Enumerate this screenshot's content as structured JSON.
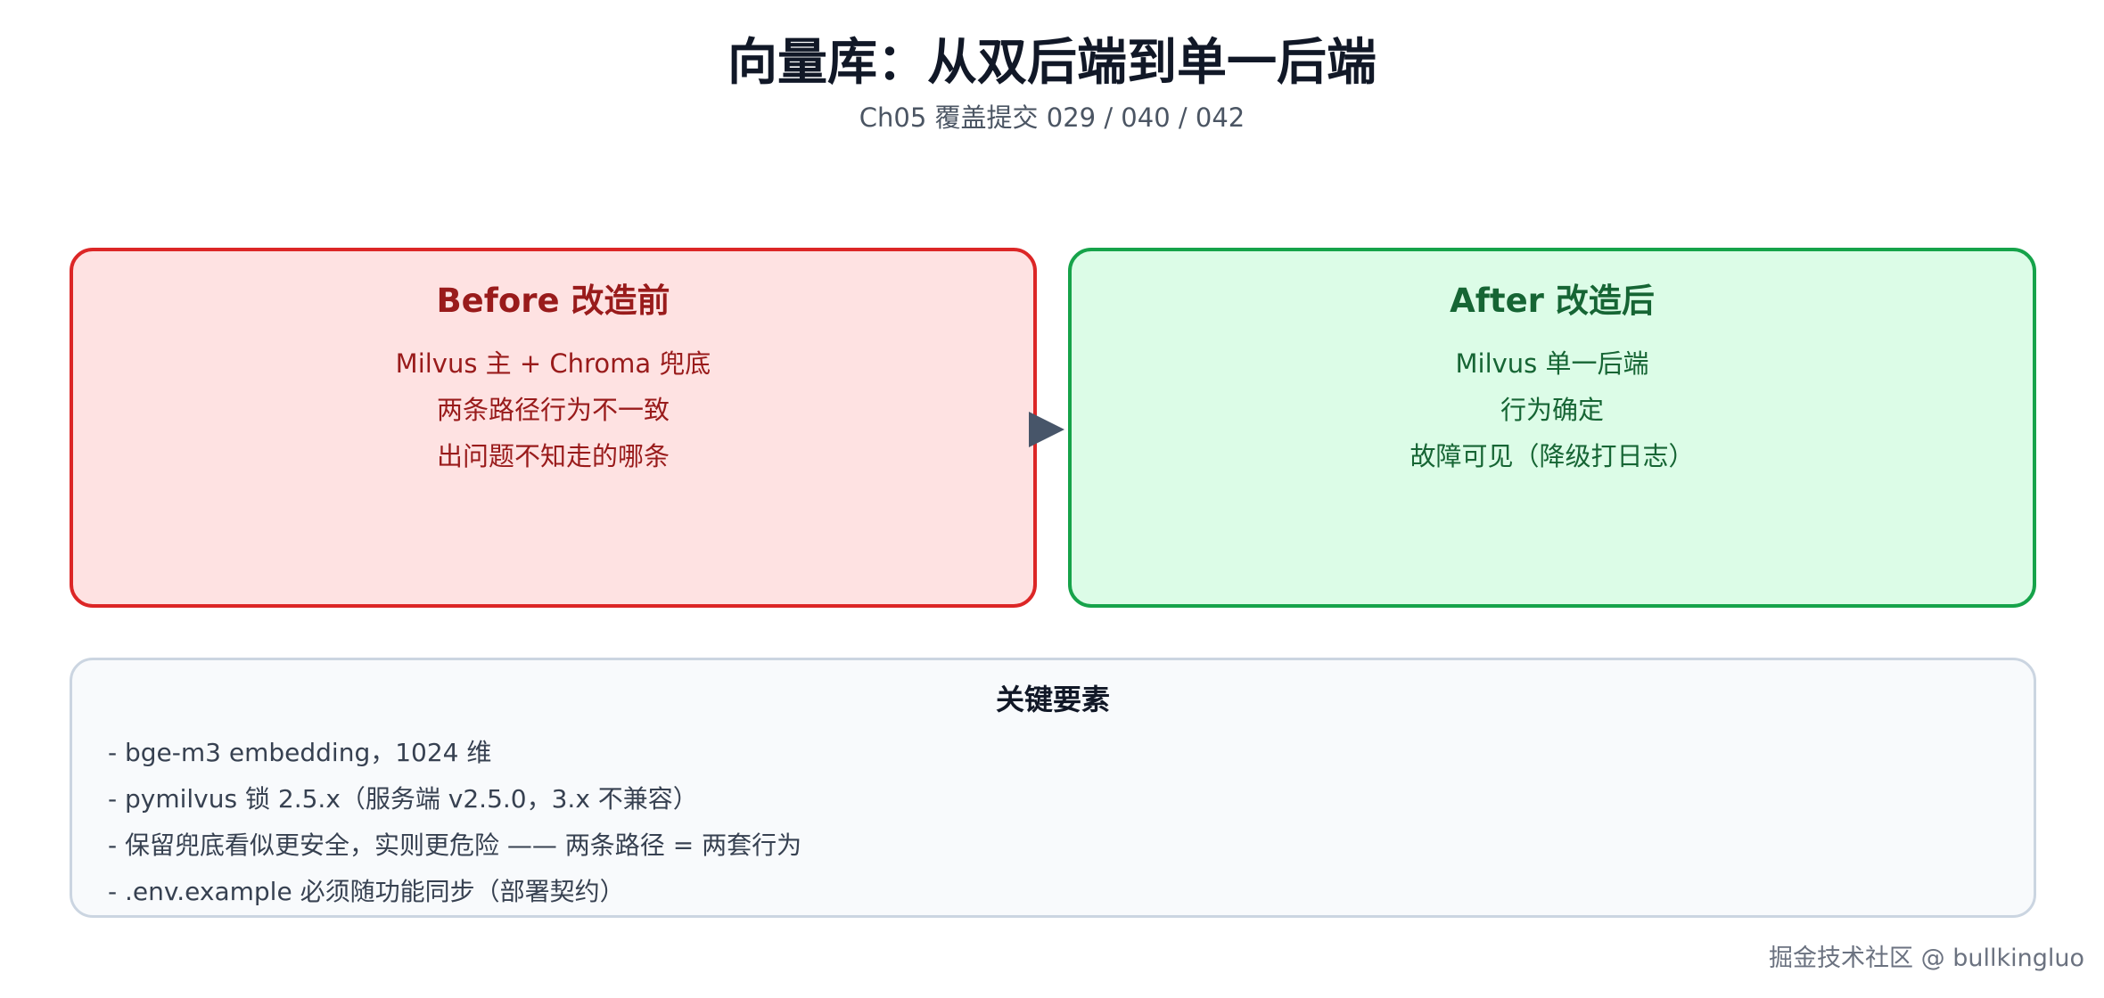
{
  "header": {
    "title": "向量库：从双后端到单一后端",
    "subtitle": "Ch05 覆盖提交 029 / 040 / 042"
  },
  "before": {
    "title": "Before 改造前",
    "lines": [
      "Milvus 主 + Chroma 兜底",
      "两条路径行为不一致",
      "出问题不知走的哪条"
    ]
  },
  "after": {
    "title": "After 改造后",
    "lines": [
      "Milvus 单一后端",
      "行为确定",
      "故障可见（降级打日志）"
    ]
  },
  "key_elements": {
    "title": "关键要素",
    "items": [
      "- bge-m3 embedding，1024 维",
      "- pymilvus 锁 2.5.x（服务端 v2.5.0，3.x 不兼容）",
      "- 保留兜底看似更安全，实则更危险 —— 两条路径 = 两套行为",
      "- .env.example 必须随功能同步（部署契约）"
    ]
  },
  "watermark": "掘金技术社区 @ bullkingluo",
  "colors": {
    "before_fill": "#fee2e2",
    "before_border": "#dc2626",
    "before_text": "#991b1b",
    "after_fill": "#dcfce7",
    "after_border": "#16a34a",
    "after_text": "#166534",
    "arrow": "#475569"
  },
  "icons": {
    "transition": "triangle-arrow-right-icon"
  }
}
